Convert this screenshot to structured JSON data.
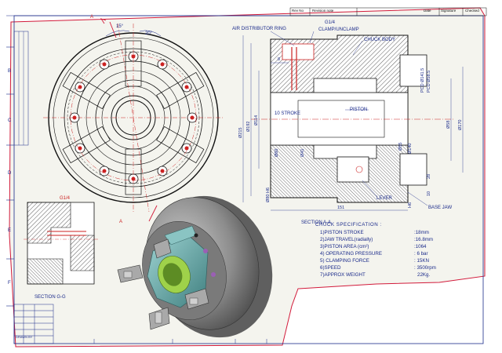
{
  "revision_table": {
    "col1": "Rev No",
    "col2": "Revision note",
    "col3": "Date",
    "col4": "Signature",
    "col5": "Checked"
  },
  "labels": {
    "air_distributor_ring": "AIR DISTRIBUTOR RING",
    "g14_top": "G1/4",
    "clamp_unclamp": "CLAMP/UNCLAMP",
    "chuck_body": "CHUCK BODY",
    "piston": "PISTON",
    "stroke": "10 STROKE",
    "lever": "LEVER",
    "base_jaw": "BASE JAW",
    "section_aa": "SECTION A-A",
    "section_gg": "SECTION G-G",
    "g14_left": "G1/4",
    "angle_15": "15°",
    "angle_20": "20°",
    "section_a_mark": "A",
    "title_block_note": "DRAWN BY"
  },
  "dimensions": {
    "d215": "Ø215",
    "d192": "Ø192",
    "d114": "Ø114",
    "d58": "Ø58",
    "d170": "Ø170",
    "d80h6": "Ø80 H6",
    "d60": "Ø60",
    "d41": "Ø41",
    "d55": "Ø55",
    "d140": "Ø140",
    "len_151": "151",
    "len_8": "8",
    "len_h6": "H6",
    "len_28": "28",
    "len_10": "10",
    "pcd": "PCD Ø141.5",
    "pcd2": "PCD Ø58.5"
  },
  "spec": {
    "title": "CHUCK SPECIFICATION :",
    "rows": [
      {
        "label": "1)PISTON STROKE",
        "value": ":18mm"
      },
      {
        "label": "2)JAW TRAVEL(radially)",
        "value": ":16.8mm"
      },
      {
        "label": "3)PISTON AREA (cm²)",
        "value": ":1064"
      },
      {
        "label": "4) OPERATING PRESSURE",
        "value": ": 6 bar"
      },
      {
        "label": "5) CLAMPING FORCE",
        "value": ": 15KN"
      },
      {
        "label": "6)SPEED",
        "value": ": 3500rpm"
      },
      {
        "label": "7)APPROX WEIGHT",
        "value": "22Kg."
      }
    ]
  },
  "colors": {
    "sheet_bg": "#f4f4ee",
    "line_blue": "#1a2a8a",
    "hatch": "#333333",
    "centerline_red": "#cc2222",
    "markup_red": "#d21a3a",
    "body_grey": "#8c8c8c",
    "teal": "#5ea7a6",
    "bore_green": "#9fd24a"
  }
}
